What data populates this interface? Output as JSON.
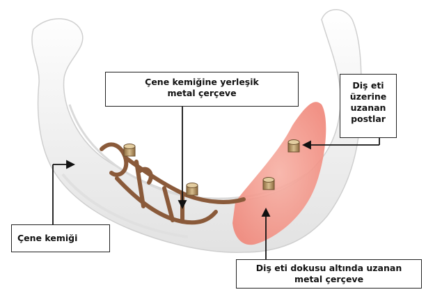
{
  "labels": {
    "top": {
      "line1": "Çene kemiğine yerleşik",
      "line2": "metal çerçeve"
    },
    "right": {
      "line1": "Diş eti",
      "line2": "üzerine",
      "line3": "uzanan",
      "line4": "postlar"
    },
    "left": {
      "line1": "Çene kemiği"
    },
    "bottom": {
      "line1": "Diş eti dokusu altında uzanan",
      "line2": "metal çerçeve"
    }
  },
  "colors": {
    "bone": "#f4f4f4",
    "bone_shadow": "#d9d9d9",
    "gum": "#f4a59a",
    "frame": "#8a5a3a",
    "post": "#b89a6e",
    "line": "#111111"
  }
}
